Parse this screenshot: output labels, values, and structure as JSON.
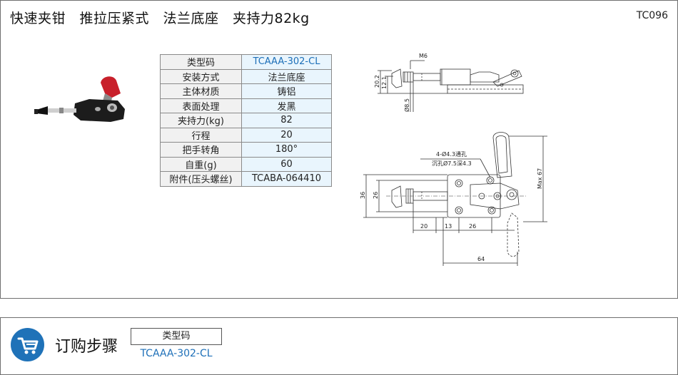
{
  "header": {
    "title": "快速夹钳　推拉压紧式　法兰底座　夹持力82kg",
    "code": "TC096"
  },
  "specs": [
    {
      "key": "类型码",
      "value": "TCAAA-302-CL",
      "highlight": true
    },
    {
      "key": "安装方式",
      "value": "法兰底座"
    },
    {
      "key": "主体材质",
      "value": "铸铝"
    },
    {
      "key": "表面处理",
      "value": "发黑"
    },
    {
      "key": "夹持力(kg)",
      "value": "82"
    },
    {
      "key": "行程",
      "value": "20"
    },
    {
      "key": "把手转角",
      "value": "180°"
    },
    {
      "key": "自重(g)",
      "value": "60"
    },
    {
      "key": "附件(压头螺丝)",
      "value": "TCABA-064410"
    }
  ],
  "drawing": {
    "thread": "M6",
    "dim_h1": "20.2",
    "dim_h2": "12.1",
    "dia": "Ø8.5",
    "hole_note1": "4-Ø4.3通孔",
    "hole_note2": "沉孔Ø7.5深4.3",
    "dim_36": "36",
    "dim_26v": "26",
    "dim_20": "20",
    "dim_13": "13",
    "dim_26h": "26",
    "dim_64": "64",
    "dim_max67": "Max 67"
  },
  "order": {
    "title": "订购步骤",
    "head": "类型码",
    "value": "TCAAA-302-CL"
  },
  "colors": {
    "accent": "#1f72b8",
    "link": "#1d6fb8",
    "table_value_bg": "#e9f5fd"
  }
}
